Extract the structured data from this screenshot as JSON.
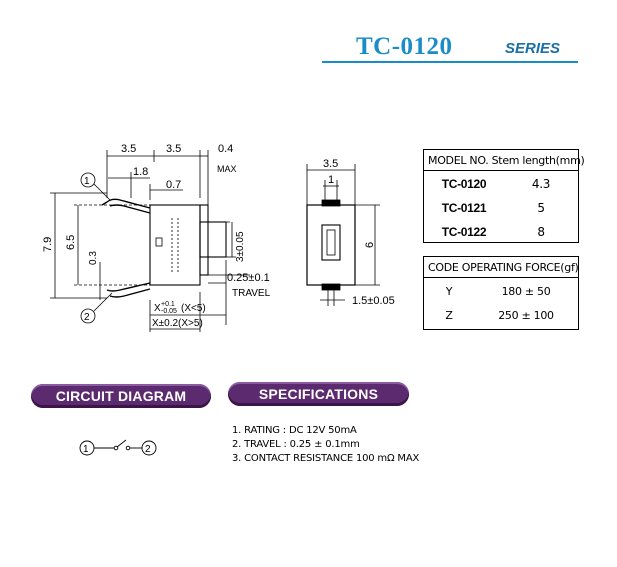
{
  "header": {
    "title": "TC-0120",
    "series": "SERIES"
  },
  "side_view": {
    "dims_top": [
      "3.5",
      "3.5",
      "0.4",
      "MAX",
      "1.8",
      "0.7"
    ],
    "dims_left": [
      "7.9",
      "6.5",
      "0.3"
    ],
    "dims_right": [
      "3±0.05",
      "0.25±0.1",
      "TRAVEL"
    ],
    "dims_bottom": [
      "X",
      "+0.1",
      "-0.05",
      "(X<5)",
      "X±0.2(X>5)"
    ],
    "callouts": [
      "1",
      "2"
    ]
  },
  "front_view": {
    "dims": [
      "3.5",
      "1",
      "6",
      "1.5±0.05"
    ]
  },
  "model_table": {
    "header": "MODEL NO. Stem length(mm)",
    "rows": [
      {
        "model": "TC-0120",
        "length": "4.3"
      },
      {
        "model": "TC-0121",
        "length": "5"
      },
      {
        "model": "TC-0122",
        "length": "8"
      }
    ]
  },
  "force_table": {
    "header": "CODE  OPERATING FORCE(gf)",
    "rows": [
      {
        "code": "Y",
        "force": "180 ± 50"
      },
      {
        "code": "Z",
        "force": "250 ± 100"
      }
    ]
  },
  "circuit": {
    "label": "CIRCUIT DIAGRAM",
    "terminal_1": "1",
    "terminal_2": "2"
  },
  "specifications": {
    "label": "SPECIFICATIONS",
    "items": [
      "1. RATING : DC 12V  50mA",
      "2. TRAVEL : 0.25 ± 0.1mm",
      "3. CONTACT  RESISTANCE 100 mΩ MAX"
    ]
  },
  "colors": {
    "title": "#1a8cc8",
    "badge": "#5c2a6e"
  }
}
